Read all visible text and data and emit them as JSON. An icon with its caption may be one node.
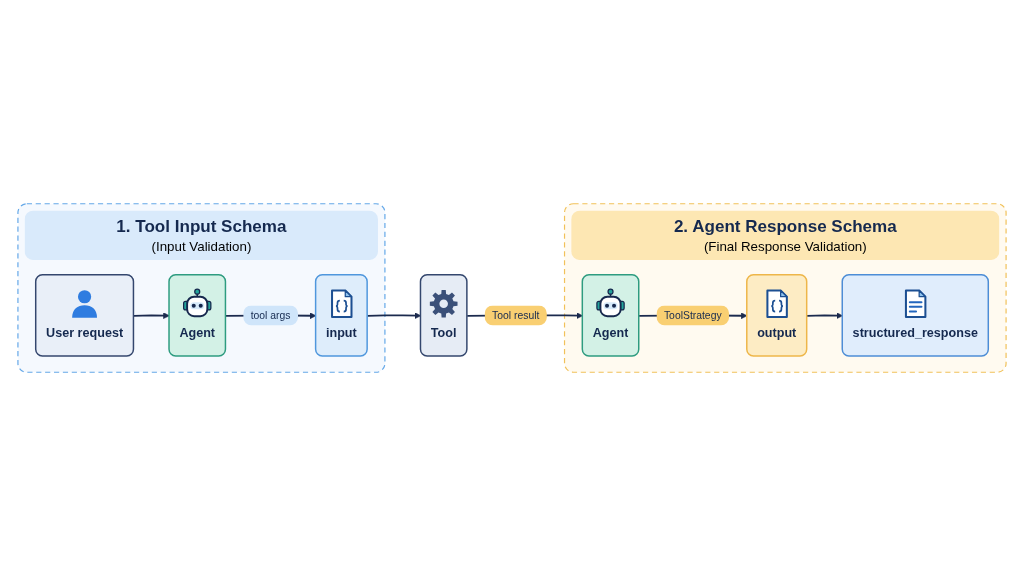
{
  "diagram": {
    "nodes": [
      {
        "text": [
          "1. Tool Input Schema",
          "(Input Validation)"
        ]
      },
      {
        "text": [
          "User request"
        ],
        "in": 0
      },
      {
        "text": [
          "Agent"
        ],
        "in": 0
      },
      {
        "text": [
          "input"
        ],
        "in": 0
      },
      {
        "text": [
          "Tool"
        ]
      },
      {
        "text": [
          "2. Agent Response Schema",
          "(Final Response Validation)"
        ]
      },
      {
        "text": [
          "Agent"
        ],
        "in": 5
      },
      {
        "text": [
          "output"
        ],
        "in": 5
      },
      {
        "text": [
          "structured_response"
        ],
        "in": 5
      }
    ],
    "edges": [
      {
        "from": 1,
        "to": 2,
        "arrow": "to"
      },
      {
        "from": 2,
        "to": 3,
        "arrow": "to",
        "label": "tool args"
      },
      {
        "from": 3,
        "to": 4,
        "arrow": "to"
      },
      {
        "from": 4,
        "to": 6,
        "arrow": "to",
        "label": "Tool result"
      },
      {
        "from": 6,
        "to": 7,
        "arrow": "to",
        "label": "ToolStrategy"
      },
      {
        "from": 7,
        "to": 8,
        "arrow": "to"
      }
    ]
  }
}
